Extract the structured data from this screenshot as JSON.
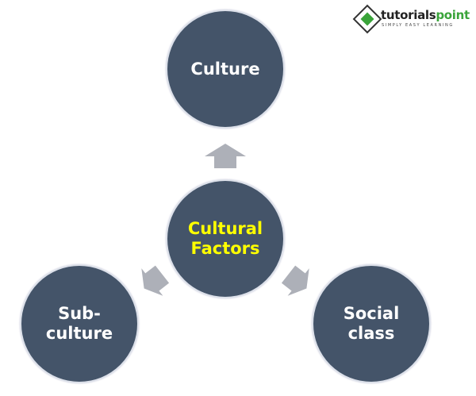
{
  "logo": {
    "name": "tutorialspoint",
    "name_a": "tutorials",
    "name_b": "point",
    "tagline": "SIMPLY EASY LEARNING"
  },
  "nodes": {
    "center": "Cultural\nFactors",
    "top": "Culture",
    "left": "Sub-\nculture",
    "right": "Social\nclass"
  },
  "colors": {
    "circle": "#445469",
    "center_text": "#ffff00",
    "text": "#ffffff",
    "arrow": "#adb0b8"
  }
}
